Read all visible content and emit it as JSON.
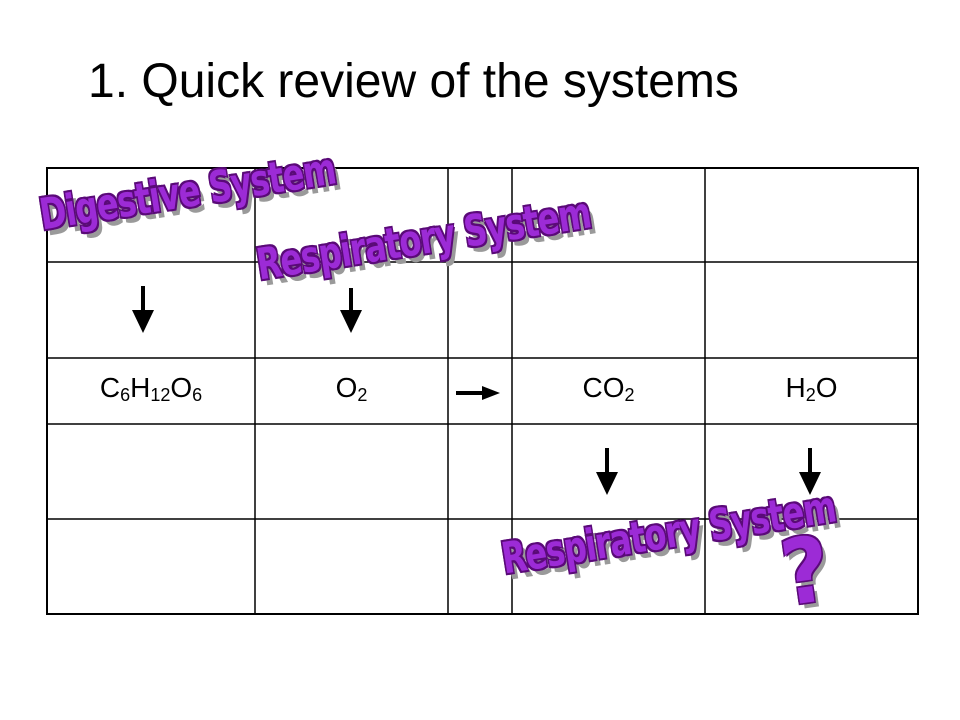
{
  "slide": {
    "title": "1. Quick review of the systems"
  },
  "labels": {
    "digestive": "Digestive System",
    "respiratory_top": "Respiratory System",
    "respiratory_bottom": "Respiratory System",
    "question": "?"
  },
  "table": {
    "row3": [
      {
        "base": "C",
        "parts": [
          [
            "C",
            "6"
          ],
          [
            "H",
            "12"
          ],
          [
            "O",
            "6"
          ]
        ]
      },
      {
        "parts": [
          [
            "O",
            "2"
          ]
        ]
      },
      {
        "parts": []
      },
      {
        "parts": [
          [
            "CO",
            "2"
          ]
        ]
      },
      {
        "parts": [
          [
            "H",
            "2"
          ],
          [
            "O",
            ""
          ]
        ]
      }
    ]
  },
  "colors": {
    "wordart_fill": "#9c2bd6",
    "wordart_outline": "#5a0a78",
    "shadow": "#9a9a9a",
    "line": "#000000"
  },
  "icons": {
    "arrows": [
      "arrow-down-icon",
      "arrow-down-icon",
      "arrow-right-icon",
      "arrow-down-icon",
      "arrow-down-icon"
    ]
  }
}
